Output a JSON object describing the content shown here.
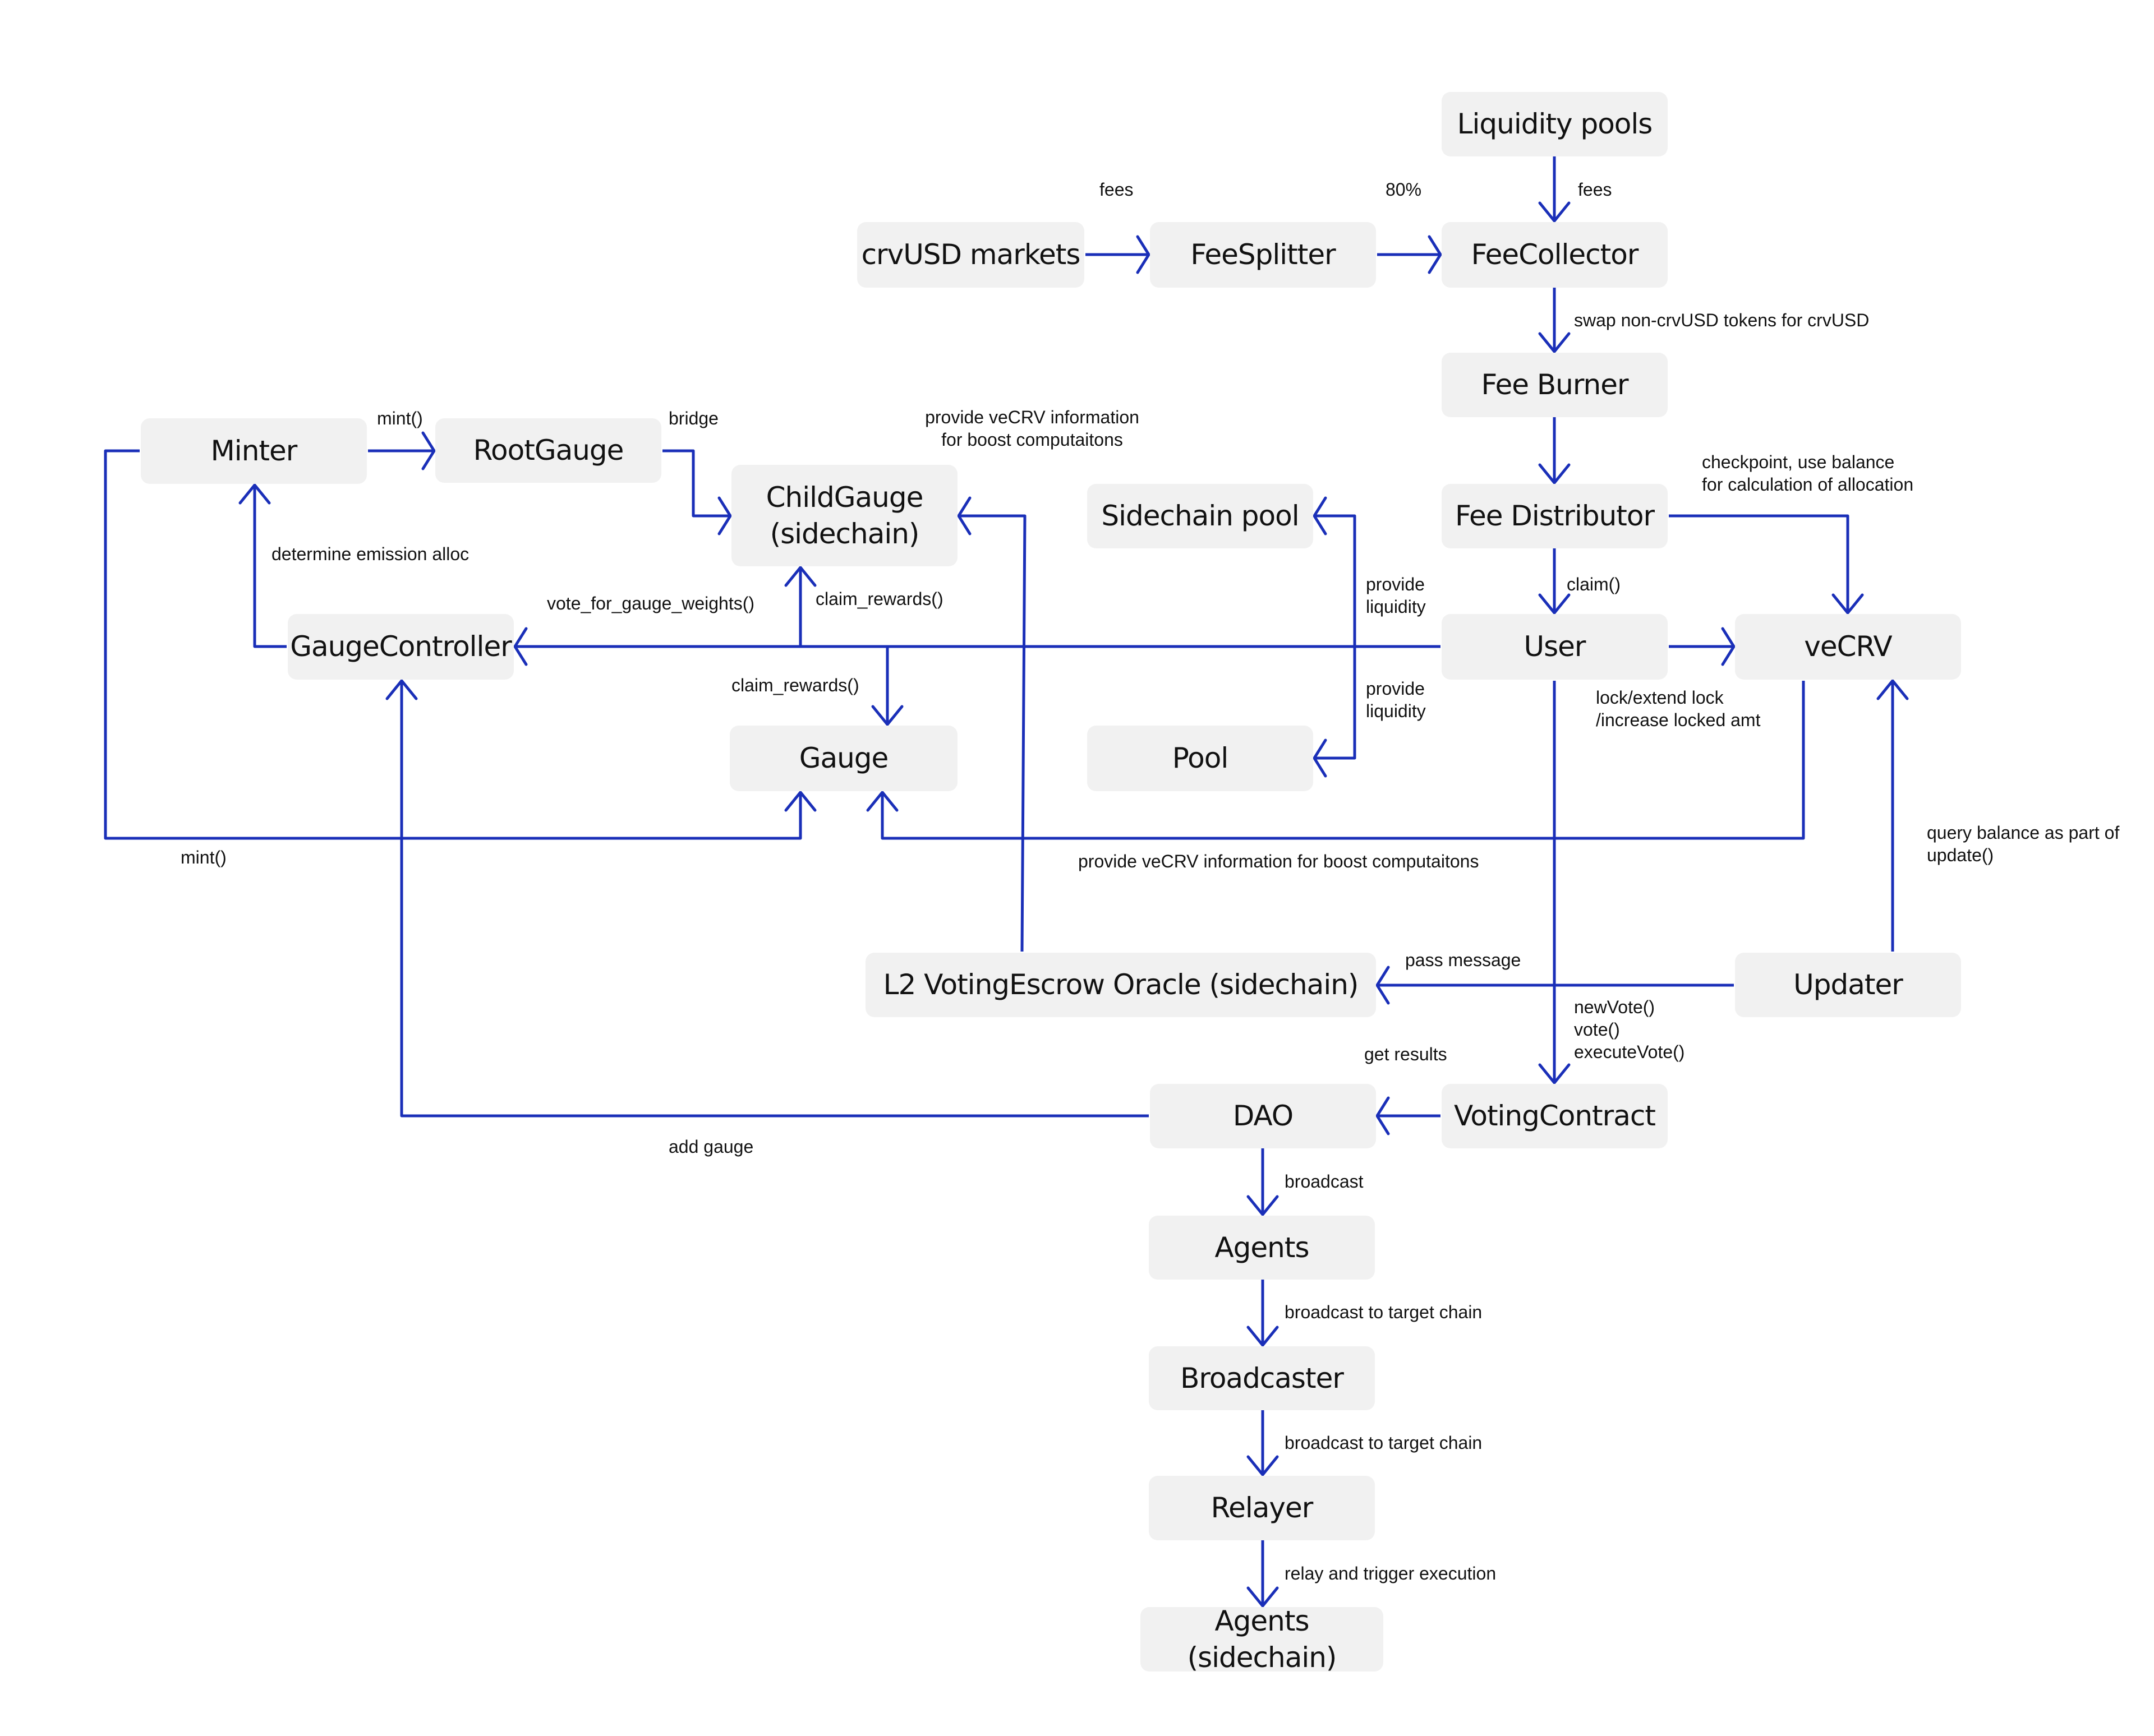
{
  "diagram": {
    "colors": {
      "arrow": "#1a2fb8",
      "node_fill": "#f1f1f1",
      "text": "#111111",
      "background": "#ffffff"
    },
    "nodes": {
      "liquidity_pools": "Liquidity pools",
      "crvusd_markets": "crvUSD markets",
      "fee_splitter": "FeeSplitter",
      "fee_collector": "FeeCollector",
      "fee_burner": "Fee Burner",
      "minter": "Minter",
      "root_gauge": "RootGauge",
      "child_gauge": "ChildGauge\n(sidechain)",
      "sidechain_pool": "Sidechain pool",
      "fee_distributor": "Fee Distributor",
      "gauge_controller": "GaugeController",
      "user": "User",
      "vecrv": "veCRV",
      "gauge": "Gauge",
      "pool": "Pool",
      "l2_oracle": "L2 VotingEscrow Oracle (sidechain)",
      "updater": "Updater",
      "dao": "DAO",
      "voting_contract": "VotingContract",
      "agents": "Agents",
      "broadcaster": "Broadcaster",
      "relayer": "Relayer",
      "agents_sidechain": "Agents (sidechain)"
    },
    "labels": {
      "fees_crvusd": "fees",
      "pct_80": "80%",
      "fees_pools": "fees",
      "swap": "swap non-crvUSD tokens for crvUSD",
      "mint_top": "mint()",
      "bridge": "bridge",
      "provide_vecrv_child": "provide veCRV information\nfor boost computaitons",
      "checkpoint": "checkpoint, use balance\nfor calculation of allocation",
      "determine_emission": "determine emission alloc",
      "provide_liquidity_1": "provide\nliquidity",
      "claim": "claim()",
      "vote_weights": "vote_for_gauge_weights()",
      "claim_rewards_child": "claim_rewards()",
      "claim_rewards_gauge": "claim_rewards()",
      "provide_liquidity_2": "provide\nliquidity",
      "lock": "lock/extend lock\n/increase locked amt",
      "query_balance": "query balance as part of\nupdate()",
      "mint_bottom": "mint()",
      "provide_vecrv_gauge": "provide veCRV information for boost computaitons",
      "pass_message": "pass message",
      "votes": "newVote()\nvote()\nexecuteVote()",
      "get_results": "get results",
      "add_gauge": "add gauge",
      "broadcast": "broadcast",
      "broadcast_target_1": "broadcast to target chain",
      "broadcast_target_2": "broadcast to target chain",
      "relay_trigger": "relay and trigger execution"
    }
  }
}
